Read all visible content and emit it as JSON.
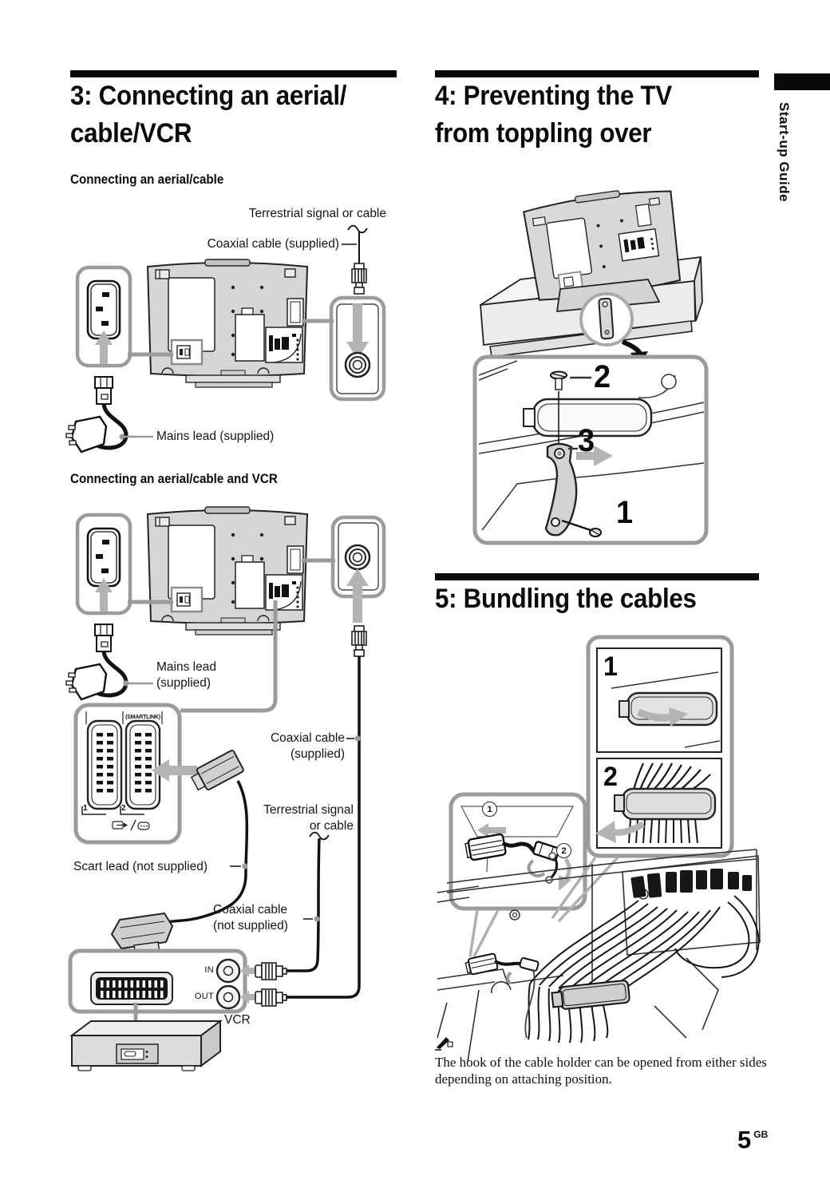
{
  "sidebar": {
    "label": "Start-up Guide"
  },
  "s3": {
    "t1": "3: Connecting an aerial/",
    "t2": "cable/VCR",
    "sub1": "Connecting an aerial/cable",
    "sub2": "Connecting an aerial/cable and VCR",
    "lbl": {
      "terrestrial": "Terrestrial signal or cable",
      "coax_supplied": "Coaxial cable (supplied)",
      "mains": "Mains lead (supplied)",
      "mains2_1": "Mains lead",
      "mains2_2": "(supplied)",
      "coax2_1": "Coaxial cable",
      "coax2_2": "(supplied)",
      "terr2_1": "Terrestrial signal",
      "terr2_2": "or cable",
      "scart": "Scart lead (not supplied)",
      "coax3_1": "Coaxial cable",
      "coax3_2": "(not supplied)",
      "in": "IN",
      "out": "OUT",
      "vcr": "VCR",
      "smartlink": "(SMARTLINK)",
      "sock1": "1",
      "sock2": "2"
    }
  },
  "s4": {
    "t1": "4: Preventing the TV",
    "t2": "from toppling over",
    "n1": "1",
    "n2": "2",
    "n3": "3"
  },
  "s5": {
    "t": "5: Bundling the cables",
    "n1": "1",
    "n2": "2",
    "c1": "1",
    "c2": "2"
  },
  "note": {
    "l1": "The hook of the cable holder can be opened from either sides",
    "l2": "depending on attaching position."
  },
  "footer": {
    "page": "5",
    "suffix": "GB"
  }
}
